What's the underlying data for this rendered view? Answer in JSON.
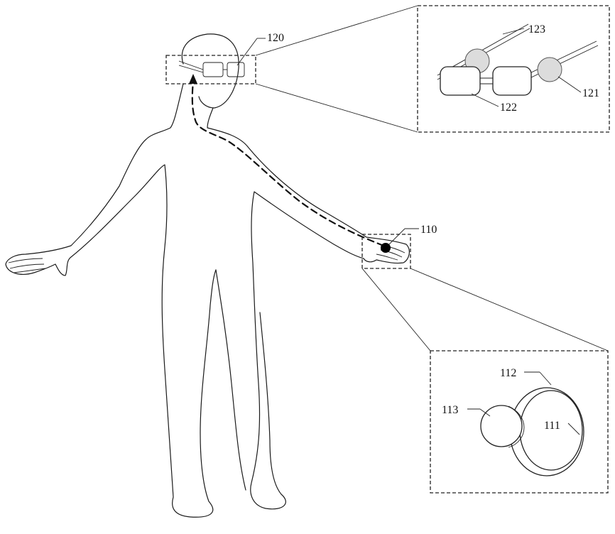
{
  "labels": {
    "device_110": "110",
    "glasses_120": "120",
    "part_121": "121",
    "part_122": "122",
    "part_123": "123",
    "part_111": "111",
    "part_112": "112",
    "part_113": "113"
  },
  "colors": {
    "line": "#1a1a1a",
    "sensor_fill": "#dcdcdc",
    "device_dot": "#000000"
  }
}
